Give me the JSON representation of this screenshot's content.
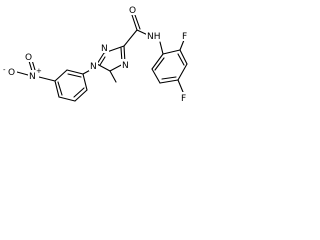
{
  "molecule": {
    "atoms": {
      "carbonyl_o": "O",
      "amide_n": "NH",
      "ring_n1": "N",
      "ring_n2": "N",
      "ring_n4": "N",
      "fluoro_ortho": "F",
      "fluoro_para": "F",
      "nitro_n": "N",
      "nitro_plus": "+",
      "nitro_o_left": "O",
      "nitro_o_left_minus": "-",
      "nitro_o_top": "O"
    }
  }
}
